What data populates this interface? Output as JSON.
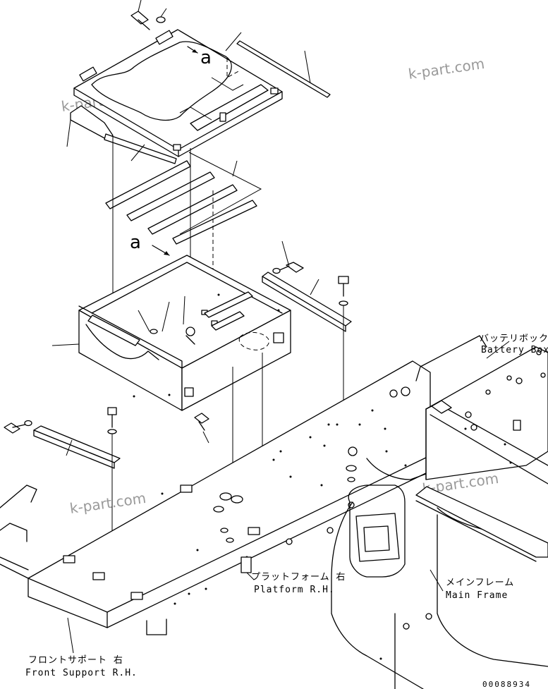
{
  "labels": {
    "battery_box_jp": "バッテリボックス",
    "battery_box_en": "Battery Box",
    "platform_jp": "プラットフォーム 右",
    "platform_en": "Platform R.H.",
    "main_frame_jp": "メインフレーム",
    "main_frame_en": "Main Frame",
    "front_support_jp": "フロントサポート 右",
    "front_support_en": "Front Support R.H."
  },
  "view_markers": {
    "top": "a",
    "side": "a"
  },
  "watermark": "k-part.com",
  "diagram_number": "00088934"
}
